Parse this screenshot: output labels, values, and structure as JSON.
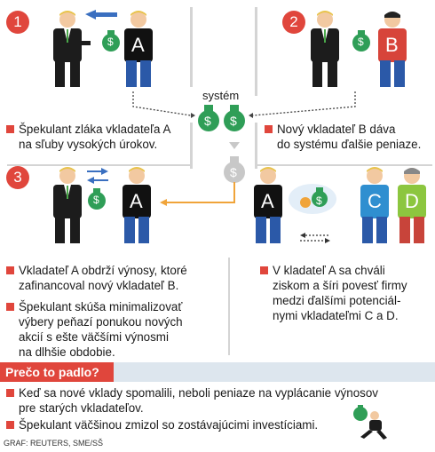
{
  "steps": [
    {
      "number": "1",
      "text_lines": [
        "Špekulant zláka vkladateľa A",
        "na sľuby vysokých úrokov."
      ]
    },
    {
      "number": "2",
      "text_lines": [
        "Nový vkladateľ B dáva",
        "do systému ďalšie peniaze."
      ]
    },
    {
      "number": "3",
      "text_lines": [
        "Vkladateľ A obdrží výnosy, ktoré",
        "zafinancoval nový vkladateľ B."
      ],
      "text2_lines": [
        "Špekulant skúša minimalizovať",
        "výbery peňazí ponukou nových",
        "akcií s ešte väčšími výnosmi",
        "na dlhšie obdobie."
      ]
    },
    {
      "number": "",
      "text_lines": [
        "V kladateľ  A sa chváli",
        "ziskom a šíri povesť  firmy",
        "medzi  ďalšími potenciál-",
        "nymi vkladateľmi C a D."
      ]
    }
  ],
  "system_label": "systém",
  "figure_letters": {
    "a": "A",
    "b": "B",
    "c": "C",
    "d": "D"
  },
  "money_symbol": "$",
  "why": {
    "title": "Prečo to padlo?",
    "items": [
      [
        "Keď sa nové vklady spomalili, neboli peniaze na vyplácanie výnosov",
        "pre starých vkladateľov."
      ],
      [
        "Špekulant väčšinou zmizol so zostávajúcimi investíciami."
      ]
    ]
  },
  "credit": "GRAF: REUTERS, SME/SŠ",
  "colors": {
    "accent_red": "#e0463c",
    "money_green": "#2f9e57",
    "arrow_blue": "#3a6fc0",
    "arrow_orange": "#f0a43a",
    "shirt_black": "#111111",
    "shirt_red": "#d7443a",
    "shirt_blue": "#2f8fd0",
    "shirt_green": "#8cc63f",
    "why_bar": "#dde6ee"
  }
}
